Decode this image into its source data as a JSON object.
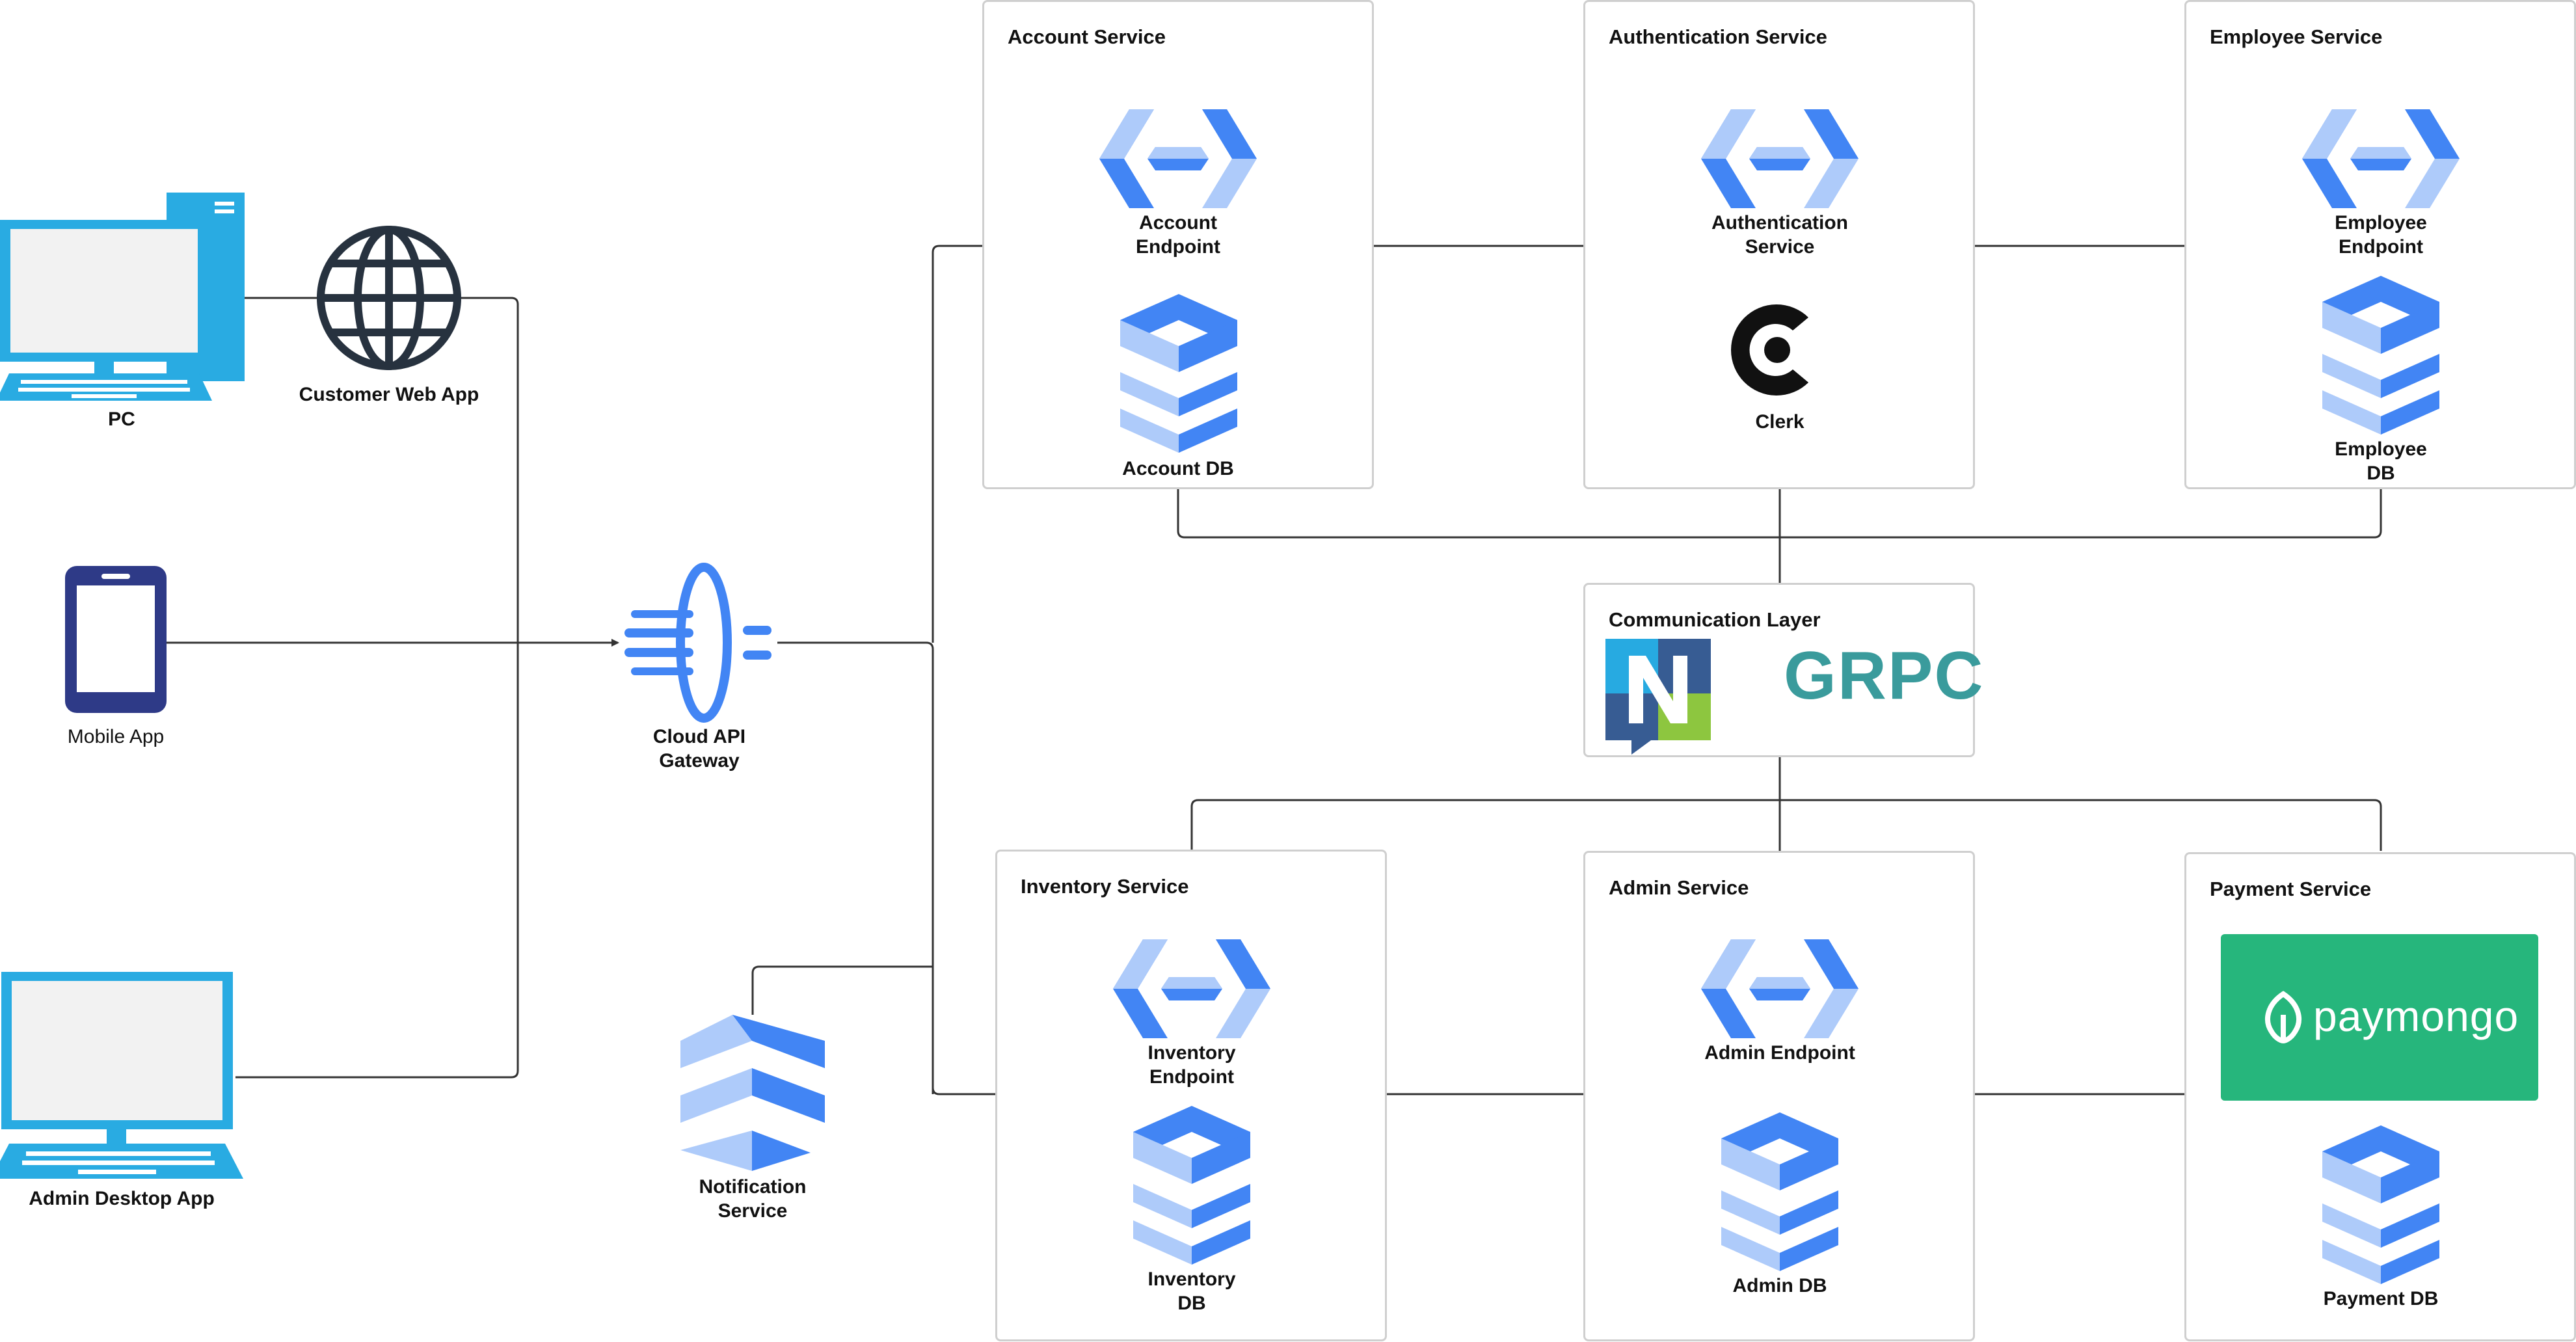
{
  "clients": {
    "pc": "PC",
    "customer_web_app": "Customer Web App",
    "mobile_app": "Mobile App",
    "admin_desktop_app": "Admin Desktop App"
  },
  "gateway": {
    "label": "Cloud API\nGateway"
  },
  "notification": {
    "label": "Notification\nService"
  },
  "account": {
    "title": "Account Service",
    "endpoint": "Account\nEndpoint",
    "db": "Account DB"
  },
  "authentication": {
    "title": "Authentication Service",
    "service": "Authentication\nService",
    "clerk": "Clerk"
  },
  "employee": {
    "title": "Employee Service",
    "endpoint": "Employee\nEndpoint",
    "db": "Employee\nDB"
  },
  "communication": {
    "title": "Communication Layer",
    "grpc": "GRPC"
  },
  "inventory": {
    "title": "Inventory Service",
    "endpoint": "Inventory\nEndpoint",
    "db": "Inventory\nDB"
  },
  "admin": {
    "title": "Admin Service",
    "endpoint": "Admin Endpoint",
    "db": "Admin DB"
  },
  "payment": {
    "title": "Payment Service",
    "provider": "paymongo",
    "db": "Payment DB"
  },
  "colors": {
    "google_blue": "#4285f4",
    "google_light_blue": "#aecbfa",
    "device_blue": "#29abe2",
    "line": "#333333",
    "paymongo_green": "#26b67c",
    "grpc_teal": "#3a9b9c"
  }
}
